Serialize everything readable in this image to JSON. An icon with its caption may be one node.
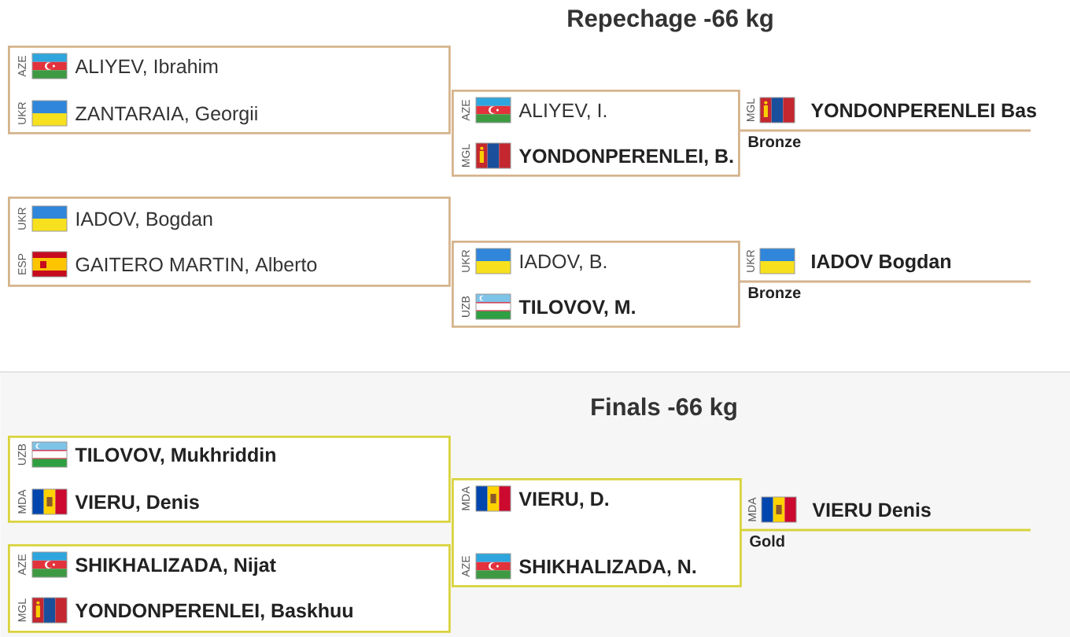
{
  "diagram": {
    "nodes": [
      {
        "text": [
          "AZE",
          "ALIYEV, Ibrahim",
          "UKR",
          "ZANTARAIA, Georgii"
        ]
      },
      {
        "text": [
          "AZE",
          "ALIYEV, I.",
          "MGL",
          "YONDONPERENLEI, B."
        ]
      },
      {
        "text": [
          "MGL",
          "YONDONPERENLEI Bas"
        ],
        "beside": [
          "Bronze"
        ]
      },
      {
        "text": [
          "UKR",
          "IADOV, Bogdan",
          "ESP",
          "GAITERO MARTIN, Alberto"
        ]
      },
      {
        "text": [
          "UKR",
          "IADOV, B.",
          "UZB",
          "TILOVOV, M."
        ]
      },
      {
        "text": [
          "UKR",
          "IADOV Bogdan"
        ],
        "beside": [
          "Bronze"
        ]
      },
      {
        "text": [
          "Finals -66 kg"
        ]
      },
      {
        "text": [
          "UZB",
          "TILOVOV, Mukhriddin",
          "MDA",
          "VIERU, Denis"
        ],
        "in": 6
      },
      {
        "text": [
          "AZE",
          "SHIKHALIZADA, Nijat",
          "MGL",
          "YONDONPERENLEI, Baskhuu"
        ],
        "in": 6
      },
      {
        "text": [
          "MDA",
          "VIERU, D.",
          "AZE",
          "SHIKHALIZADA, N."
        ],
        "in": 6
      },
      {
        "text": [
          "MDA",
          "VIERU Denis"
        ],
        "beside": [
          "Gold"
        ],
        "in": 6
      }
    ],
    "labels": [
      "Repechage -66 kg"
    ]
  }
}
